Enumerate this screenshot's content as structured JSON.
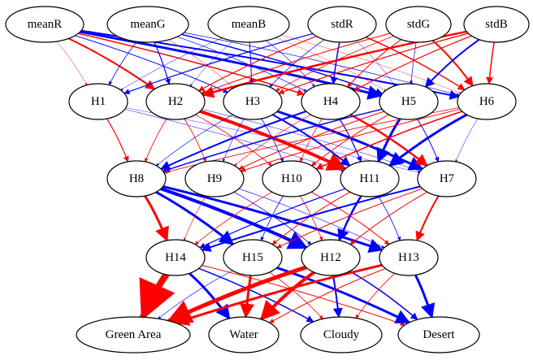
{
  "colors": {
    "positive": "#ff0000",
    "negative": "#0000ff",
    "node_stroke": "#000000",
    "node_fill": "#ffffff"
  },
  "nodes": [
    {
      "id": "meanR",
      "label": "meanR"
    },
    {
      "id": "meanG",
      "label": "meanG"
    },
    {
      "id": "meanB",
      "label": "meanB"
    },
    {
      "id": "stdR",
      "label": "stdR"
    },
    {
      "id": "stdG",
      "label": "stdG"
    },
    {
      "id": "stdB",
      "label": "stdB"
    },
    {
      "id": "H1",
      "label": "H1"
    },
    {
      "id": "H2",
      "label": "H2"
    },
    {
      "id": "H3",
      "label": "H3"
    },
    {
      "id": "H4",
      "label": "H4"
    },
    {
      "id": "H5",
      "label": "H5"
    },
    {
      "id": "H6",
      "label": "H6"
    },
    {
      "id": "H8",
      "label": "H8"
    },
    {
      "id": "H9",
      "label": "H9"
    },
    {
      "id": "H10",
      "label": "H10"
    },
    {
      "id": "H11",
      "label": "H11"
    },
    {
      "id": "H7",
      "label": "H7"
    },
    {
      "id": "H14",
      "label": "H14"
    },
    {
      "id": "H15",
      "label": "H15"
    },
    {
      "id": "H12",
      "label": "H12"
    },
    {
      "id": "H13",
      "label": "H13"
    },
    {
      "id": "GreenArea",
      "label": "Green Area"
    },
    {
      "id": "Water",
      "label": "Water"
    },
    {
      "id": "Cloudy",
      "label": "Cloudy"
    },
    {
      "id": "Desert",
      "label": "Desert"
    }
  ],
  "edges": [
    {
      "from": "meanR",
      "to": "H1",
      "sign": "positive",
      "weight": 0.5
    },
    {
      "from": "meanR",
      "to": "H2",
      "sign": "positive",
      "weight": 2
    },
    {
      "from": "meanR",
      "to": "H3",
      "sign": "negative",
      "weight": 1
    },
    {
      "from": "meanR",
      "to": "H4",
      "sign": "positive",
      "weight": 1.5
    },
    {
      "from": "meanR",
      "to": "H5",
      "sign": "negative",
      "weight": 3
    },
    {
      "from": "meanR",
      "to": "H6",
      "sign": "negative",
      "weight": 2
    },
    {
      "from": "meanG",
      "to": "H1",
      "sign": "negative",
      "weight": 0.8
    },
    {
      "from": "meanG",
      "to": "H2",
      "sign": "negative",
      "weight": 1.2
    },
    {
      "from": "meanG",
      "to": "H3",
      "sign": "positive",
      "weight": 0.5
    },
    {
      "from": "meanG",
      "to": "H4",
      "sign": "negative",
      "weight": 0.7
    },
    {
      "from": "meanG",
      "to": "H5",
      "sign": "negative",
      "weight": 1.5
    },
    {
      "from": "meanG",
      "to": "H6",
      "sign": "negative",
      "weight": 0.7
    },
    {
      "from": "meanB",
      "to": "H1",
      "sign": "negative",
      "weight": 0.5
    },
    {
      "from": "meanB",
      "to": "H2",
      "sign": "negative",
      "weight": 0.5
    },
    {
      "from": "meanB",
      "to": "H3",
      "sign": "negative",
      "weight": 1
    },
    {
      "from": "meanB",
      "to": "H4",
      "sign": "negative",
      "weight": 0.6
    },
    {
      "from": "meanB",
      "to": "H5",
      "sign": "positive",
      "weight": 0.4
    },
    {
      "from": "meanB",
      "to": "H6",
      "sign": "positive",
      "weight": 0.4
    },
    {
      "from": "stdR",
      "to": "H1",
      "sign": "negative",
      "weight": 1.2
    },
    {
      "from": "stdR",
      "to": "H2",
      "sign": "positive",
      "weight": 1.2
    },
    {
      "from": "stdR",
      "to": "H3",
      "sign": "negative",
      "weight": 0.7
    },
    {
      "from": "stdR",
      "to": "H4",
      "sign": "negative",
      "weight": 1.5
    },
    {
      "from": "stdR",
      "to": "H5",
      "sign": "negative",
      "weight": 0.5
    },
    {
      "from": "stdR",
      "to": "H6",
      "sign": "positive",
      "weight": 1.5
    },
    {
      "from": "stdG",
      "to": "H2",
      "sign": "positive",
      "weight": 1
    },
    {
      "from": "stdG",
      "to": "H3",
      "sign": "positive",
      "weight": 0.8
    },
    {
      "from": "stdG",
      "to": "H4",
      "sign": "positive",
      "weight": 1
    },
    {
      "from": "stdG",
      "to": "H5",
      "sign": "negative",
      "weight": 0.7
    },
    {
      "from": "stdG",
      "to": "H6",
      "sign": "positive",
      "weight": 2
    },
    {
      "from": "stdB",
      "to": "H2",
      "sign": "positive",
      "weight": 2.5
    },
    {
      "from": "stdB",
      "to": "H3",
      "sign": "positive",
      "weight": 1.2
    },
    {
      "from": "stdB",
      "to": "H4",
      "sign": "positive",
      "weight": 1.2
    },
    {
      "from": "stdB",
      "to": "H5",
      "sign": "negative",
      "weight": 2
    },
    {
      "from": "stdB",
      "to": "H6",
      "sign": "positive",
      "weight": 1.5
    },
    {
      "from": "H1",
      "to": "H8",
      "sign": "positive",
      "weight": 1.2
    },
    {
      "from": "H1",
      "to": "H11",
      "sign": "negative",
      "weight": 0.5
    },
    {
      "from": "H1",
      "to": "H7",
      "sign": "negative",
      "weight": 0.4
    },
    {
      "from": "H2",
      "to": "H8",
      "sign": "positive",
      "weight": 0.8
    },
    {
      "from": "H2",
      "to": "H9",
      "sign": "positive",
      "weight": 0.8
    },
    {
      "from": "H2",
      "to": "H10",
      "sign": "positive",
      "weight": 0.8
    },
    {
      "from": "H2",
      "to": "H11",
      "sign": "positive",
      "weight": 4
    },
    {
      "from": "H2",
      "to": "H7",
      "sign": "negative",
      "weight": 0.5
    },
    {
      "from": "H3",
      "to": "H8",
      "sign": "negative",
      "weight": 0.6
    },
    {
      "from": "H3",
      "to": "H9",
      "sign": "negative",
      "weight": 0.6
    },
    {
      "from": "H3",
      "to": "H10",
      "sign": "negative",
      "weight": 0.8
    },
    {
      "from": "H3",
      "to": "H11",
      "sign": "negative",
      "weight": 2
    },
    {
      "from": "H3",
      "to": "H7",
      "sign": "negative",
      "weight": 3
    },
    {
      "from": "H4",
      "to": "H8",
      "sign": "negative",
      "weight": 2
    },
    {
      "from": "H4",
      "to": "H9",
      "sign": "positive",
      "weight": 0.6
    },
    {
      "from": "H4",
      "to": "H10",
      "sign": "positive",
      "weight": 0.8
    },
    {
      "from": "H4",
      "to": "H11",
      "sign": "negative",
      "weight": 1.2
    },
    {
      "from": "H4",
      "to": "H7",
      "sign": "positive",
      "weight": 2.5
    },
    {
      "from": "H5",
      "to": "H8",
      "sign": "negative",
      "weight": 1.5
    },
    {
      "from": "H5",
      "to": "H9",
      "sign": "positive",
      "weight": 1
    },
    {
      "from": "H5",
      "to": "H10",
      "sign": "positive",
      "weight": 1
    },
    {
      "from": "H5",
      "to": "H11",
      "sign": "negative",
      "weight": 3
    },
    {
      "from": "H5",
      "to": "H7",
      "sign": "negative",
      "weight": 1
    },
    {
      "from": "H6",
      "to": "H8",
      "sign": "positive",
      "weight": 0.8
    },
    {
      "from": "H6",
      "to": "H9",
      "sign": "positive",
      "weight": 1
    },
    {
      "from": "H6",
      "to": "H10",
      "sign": "positive",
      "weight": 1.5
    },
    {
      "from": "H6",
      "to": "H11",
      "sign": "negative",
      "weight": 3
    },
    {
      "from": "H6",
      "to": "H7",
      "sign": "negative",
      "weight": 0.5
    },
    {
      "from": "H8",
      "to": "H14",
      "sign": "positive",
      "weight": 3
    },
    {
      "from": "H8",
      "to": "H15",
      "sign": "negative",
      "weight": 3
    },
    {
      "from": "H8",
      "to": "H12",
      "sign": "negative",
      "weight": 4
    },
    {
      "from": "H8",
      "to": "H13",
      "sign": "negative",
      "weight": 3
    },
    {
      "from": "H9",
      "to": "H14",
      "sign": "positive",
      "weight": 0.6
    },
    {
      "from": "H9",
      "to": "H12",
      "sign": "negative",
      "weight": 0.8
    },
    {
      "from": "H9",
      "to": "H13",
      "sign": "negative",
      "weight": 0.6
    },
    {
      "from": "H10",
      "to": "H14",
      "sign": "positive",
      "weight": 0.8
    },
    {
      "from": "H10",
      "to": "H15",
      "sign": "negative",
      "weight": 0.8
    },
    {
      "from": "H10",
      "to": "H12",
      "sign": "positive",
      "weight": 0.8
    },
    {
      "from": "H10",
      "to": "H13",
      "sign": "positive",
      "weight": 1
    },
    {
      "from": "H11",
      "to": "H14",
      "sign": "negative",
      "weight": 1.2
    },
    {
      "from": "H11",
      "to": "H15",
      "sign": "positive",
      "weight": 1
    },
    {
      "from": "H11",
      "to": "H12",
      "sign": "negative",
      "weight": 2.5
    },
    {
      "from": "H11",
      "to": "H13",
      "sign": "negative",
      "weight": 0.8
    },
    {
      "from": "H7",
      "to": "H14",
      "sign": "negative",
      "weight": 2
    },
    {
      "from": "H7",
      "to": "H15",
      "sign": "positive",
      "weight": 1
    },
    {
      "from": "H7",
      "to": "H12",
      "sign": "positive",
      "weight": 1
    },
    {
      "from": "H7",
      "to": "H13",
      "sign": "positive",
      "weight": 2
    },
    {
      "from": "H14",
      "to": "GreenArea",
      "sign": "positive",
      "weight": 8
    },
    {
      "from": "H14",
      "to": "Water",
      "sign": "negative",
      "weight": 3
    },
    {
      "from": "H14",
      "to": "Cloudy",
      "sign": "negative",
      "weight": 1.5
    },
    {
      "from": "H14",
      "to": "Desert",
      "sign": "positive",
      "weight": 1
    },
    {
      "from": "H15",
      "to": "GreenArea",
      "sign": "negative",
      "weight": 0.6
    },
    {
      "from": "H15",
      "to": "Water",
      "sign": "positive",
      "weight": 3
    },
    {
      "from": "H15",
      "to": "Cloudy",
      "sign": "positive",
      "weight": 0.8
    },
    {
      "from": "H15",
      "to": "Desert",
      "sign": "negative",
      "weight": 3
    },
    {
      "from": "H12",
      "to": "GreenArea",
      "sign": "positive",
      "weight": 5
    },
    {
      "from": "H12",
      "to": "Water",
      "sign": "positive",
      "weight": 4
    },
    {
      "from": "H12",
      "to": "Cloudy",
      "sign": "negative",
      "weight": 2
    },
    {
      "from": "H12",
      "to": "Desert",
      "sign": "negative",
      "weight": 1.5
    },
    {
      "from": "H13",
      "to": "GreenArea",
      "sign": "positive",
      "weight": 3
    },
    {
      "from": "H13",
      "to": "Water",
      "sign": "positive",
      "weight": 1
    },
    {
      "from": "H13",
      "to": "Cloudy",
      "sign": "positive",
      "weight": 0.8
    },
    {
      "from": "H13",
      "to": "Desert",
      "sign": "negative",
      "weight": 3
    }
  ]
}
